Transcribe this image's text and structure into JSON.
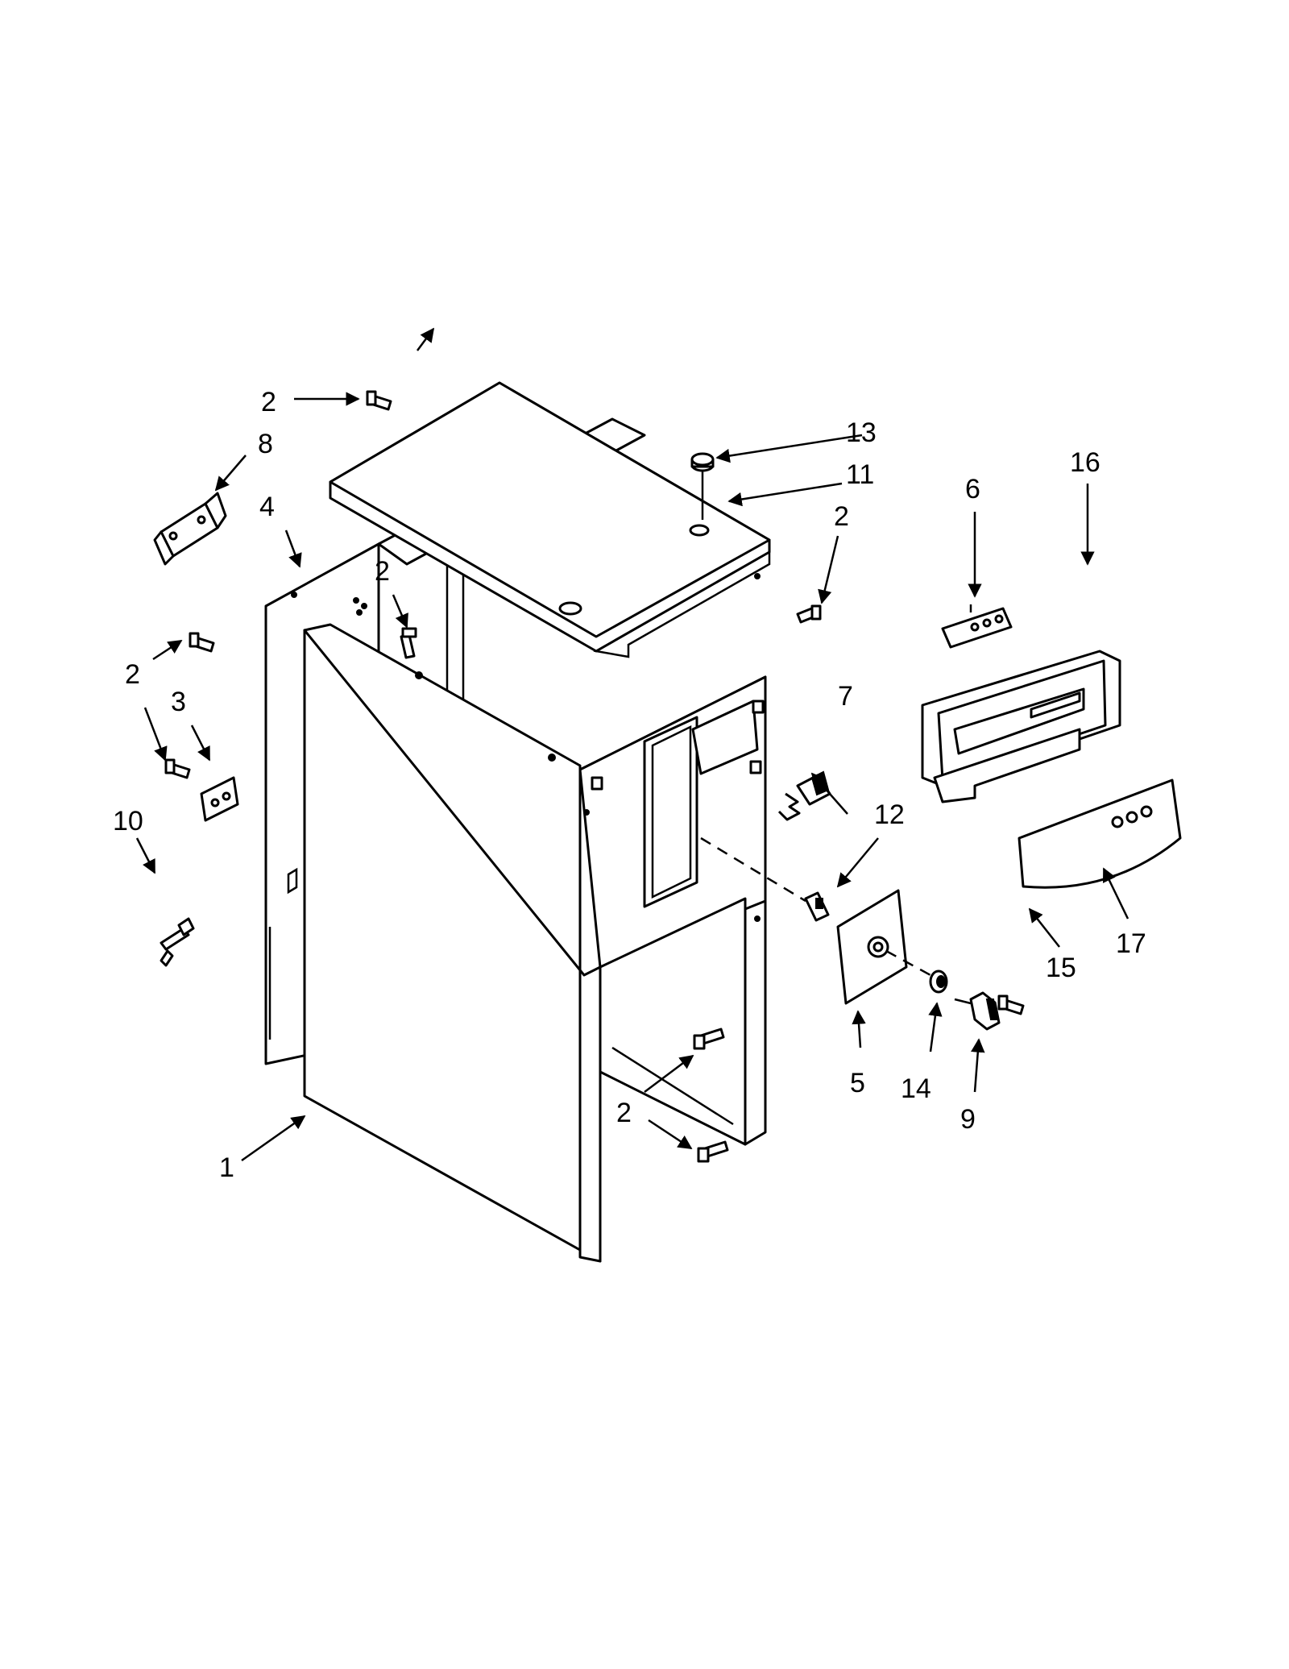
{
  "callouts": [
    {
      "id": "c1",
      "number": "1"
    },
    {
      "id": "c2a",
      "number": "2"
    },
    {
      "id": "c2b",
      "number": "2"
    },
    {
      "id": "c2c",
      "number": "2"
    },
    {
      "id": "c2d",
      "number": "2"
    },
    {
      "id": "c2e",
      "number": "2"
    },
    {
      "id": "c2f",
      "number": "2"
    },
    {
      "id": "c3",
      "number": "3"
    },
    {
      "id": "c4",
      "number": "4"
    },
    {
      "id": "c5",
      "number": "5"
    },
    {
      "id": "c6",
      "number": "6"
    },
    {
      "id": "c7",
      "number": "7"
    },
    {
      "id": "c8",
      "number": "8"
    },
    {
      "id": "c9",
      "number": "9"
    },
    {
      "id": "c10",
      "number": "10"
    },
    {
      "id": "c11",
      "number": "11"
    },
    {
      "id": "c12",
      "number": "12"
    },
    {
      "id": "c13",
      "number": "13"
    },
    {
      "id": "c14",
      "number": "14"
    },
    {
      "id": "c15",
      "number": "15"
    },
    {
      "id": "c16",
      "number": "16"
    },
    {
      "id": "c17",
      "number": "17"
    }
  ]
}
